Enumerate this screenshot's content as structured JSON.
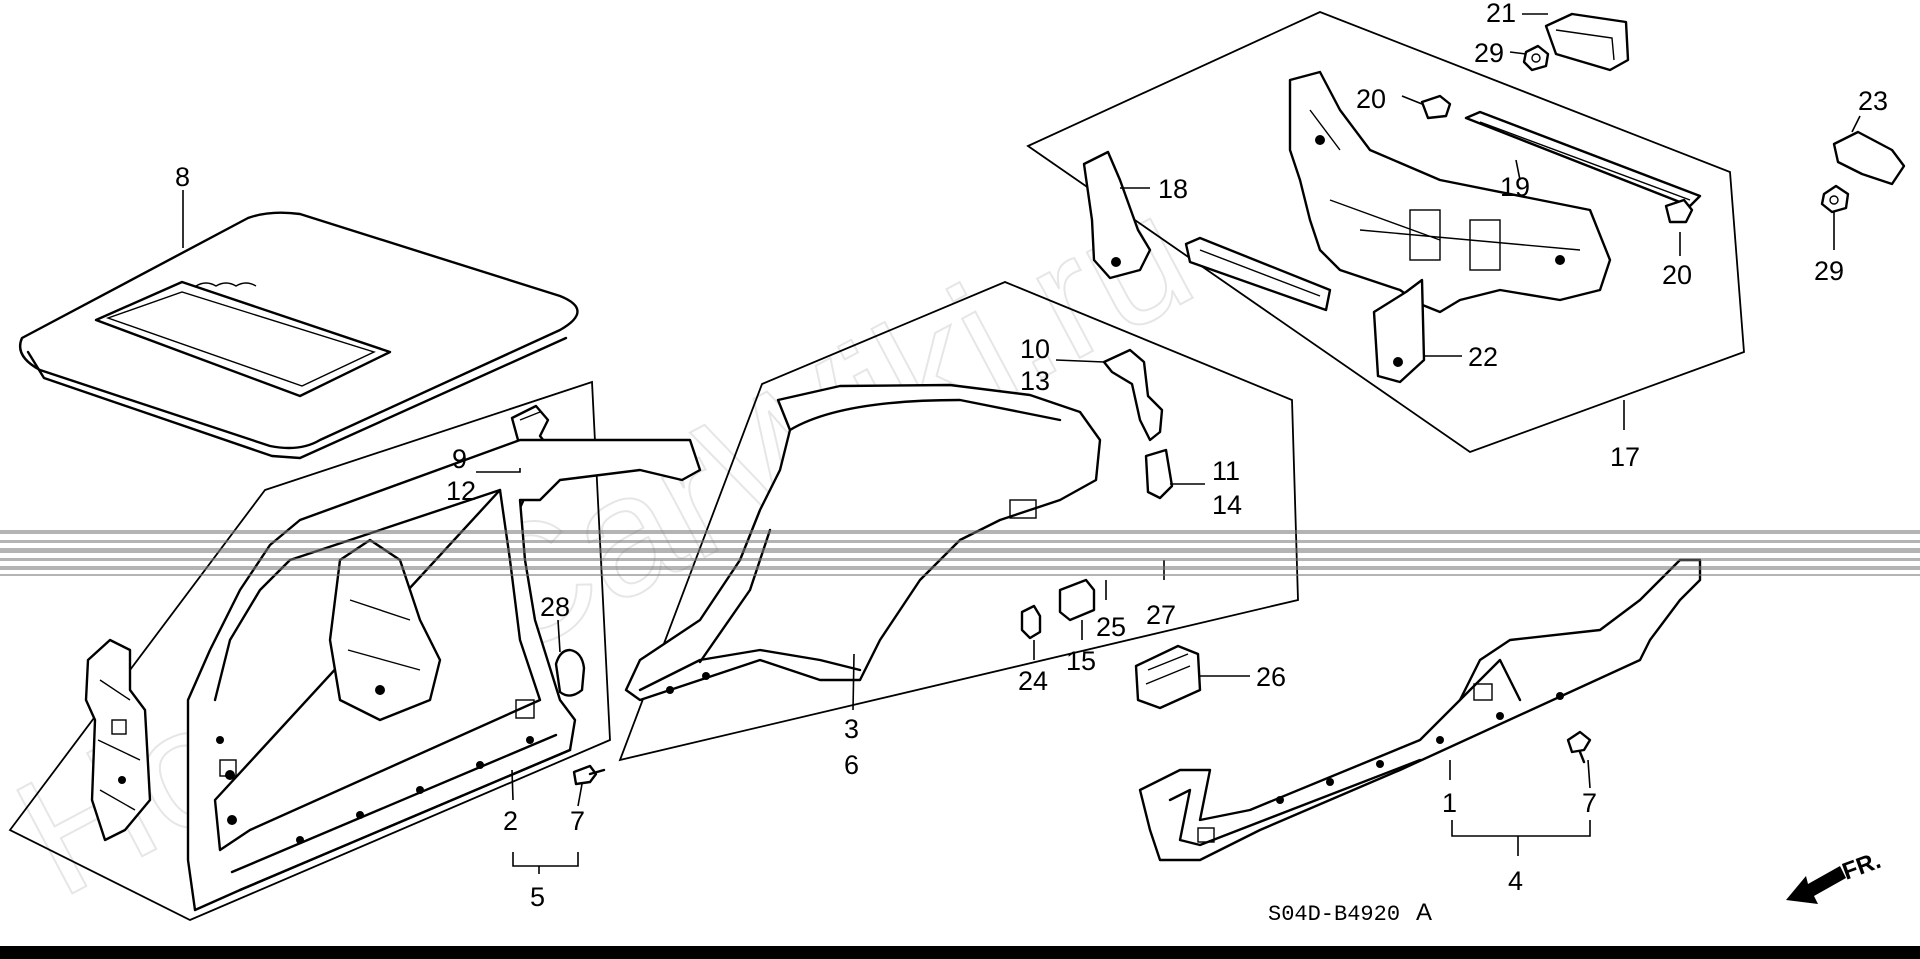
{
  "diagram": {
    "watermark": "HondaCarWiki.ru",
    "code": "S04D-B4920",
    "code_suffix": "A",
    "direction_label": "FR.",
    "callouts": [
      {
        "id": "c8",
        "label": "8"
      },
      {
        "id": "c9",
        "label": "9"
      },
      {
        "id": "c12",
        "label": "12"
      },
      {
        "id": "c28",
        "label": "28"
      },
      {
        "id": "c2",
        "label": "2"
      },
      {
        "id": "c7a",
        "label": "7"
      },
      {
        "id": "c5",
        "label": "5"
      },
      {
        "id": "c3",
        "label": "3"
      },
      {
        "id": "c6",
        "label": "6"
      },
      {
        "id": "c10",
        "label": "10"
      },
      {
        "id": "c13",
        "label": "13"
      },
      {
        "id": "c11",
        "label": "11"
      },
      {
        "id": "c14",
        "label": "14"
      },
      {
        "id": "c24",
        "label": "24"
      },
      {
        "id": "c15",
        "label": "15"
      },
      {
        "id": "c25",
        "label": "25"
      },
      {
        "id": "c27",
        "label": "27"
      },
      {
        "id": "c26",
        "label": "26"
      },
      {
        "id": "c18",
        "label": "18"
      },
      {
        "id": "c20a",
        "label": "20"
      },
      {
        "id": "c19",
        "label": "19"
      },
      {
        "id": "c20b",
        "label": "20"
      },
      {
        "id": "c22",
        "label": "22"
      },
      {
        "id": "c17",
        "label": "17"
      },
      {
        "id": "c21",
        "label": "21"
      },
      {
        "id": "c29a",
        "label": "29"
      },
      {
        "id": "c23",
        "label": "23"
      },
      {
        "id": "c29b",
        "label": "29"
      },
      {
        "id": "c1",
        "label": "1"
      },
      {
        "id": "c7b",
        "label": "7"
      },
      {
        "id": "c4",
        "label": "4"
      }
    ]
  }
}
